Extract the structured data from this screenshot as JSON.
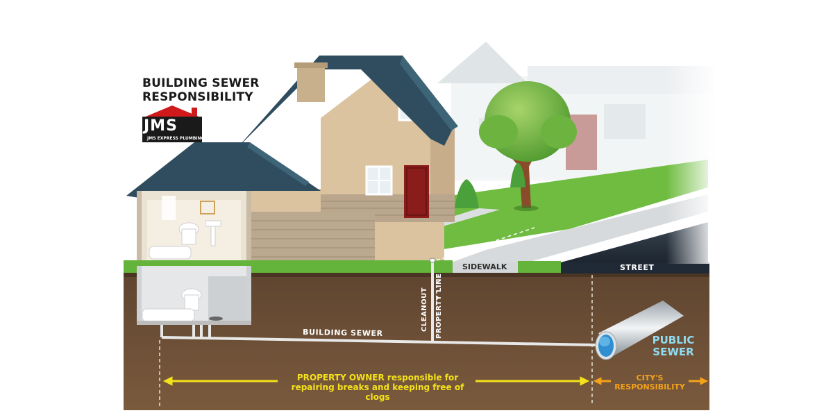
{
  "title": {
    "line1": "BUILDING SEWER",
    "line2": "RESPONSIBILITY"
  },
  "logo": {
    "letters": "JMS",
    "tagline": "JMS EXPRESS PLUMBING",
    "brand_color": "#d0191a"
  },
  "labels": {
    "sidewalk": "SIDEWALK",
    "street": "STREET",
    "building_sewer": "BUILDING SEWER",
    "cleanout": "CLEANOUT",
    "property_line": "PROPERTY LINE",
    "public_sewer": "PUBLIC SEWER"
  },
  "responsibility": {
    "owner_text": "PROPERTY OWNER responsible for repairing breaks and keeping free of clogs",
    "city_text": "CITY'S RESPONSIBILITY",
    "owner_color": "#f5e21a",
    "city_color": "#f5a21a"
  },
  "colors": {
    "soil": "#6e5034",
    "grass": "#64b33a",
    "roof": "#2f4d5f",
    "siding": "#d9c09a",
    "brick": "#b5a288",
    "door": "#8a1c1c",
    "street": "#1f2a36",
    "pipe": "#e6e6e6",
    "water": "#2f8fd0"
  }
}
